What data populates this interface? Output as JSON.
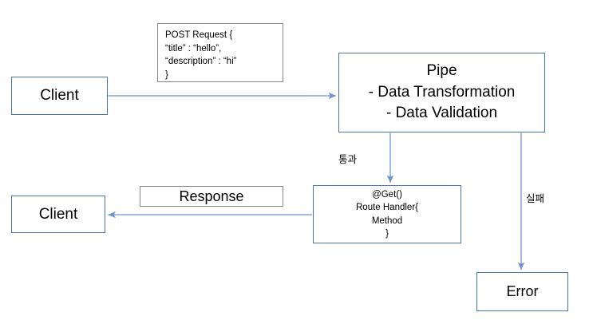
{
  "diagram": {
    "title": "NestJS Pipe request flow",
    "background_color": "#ffffff",
    "node_border_blue": "#4a74a8",
    "node_border_gray": "#868686",
    "arrow_color": "#6d94cb",
    "nodes": {
      "client_top": {
        "label": "Client"
      },
      "client_bottom": {
        "label": "Client"
      },
      "post_request": {
        "label": "POST Request {\n    “title” : “hello”,\n    “description” : “hi”\n}"
      },
      "pipe": {
        "label": "Pipe\n-  Data Transformation\n-  Data Validation"
      },
      "route_handler": {
        "label": "@Get()\nRoute Handler{\nMethod\n}"
      },
      "response": {
        "label": "Response"
      },
      "error": {
        "label": "Error"
      }
    },
    "edges": {
      "client_to_pipe": {
        "label": ""
      },
      "pipe_to_route_handler": {
        "label": "통과"
      },
      "pipe_to_error": {
        "label": "실패"
      },
      "route_handler_to_client": {
        "label": ""
      }
    }
  }
}
